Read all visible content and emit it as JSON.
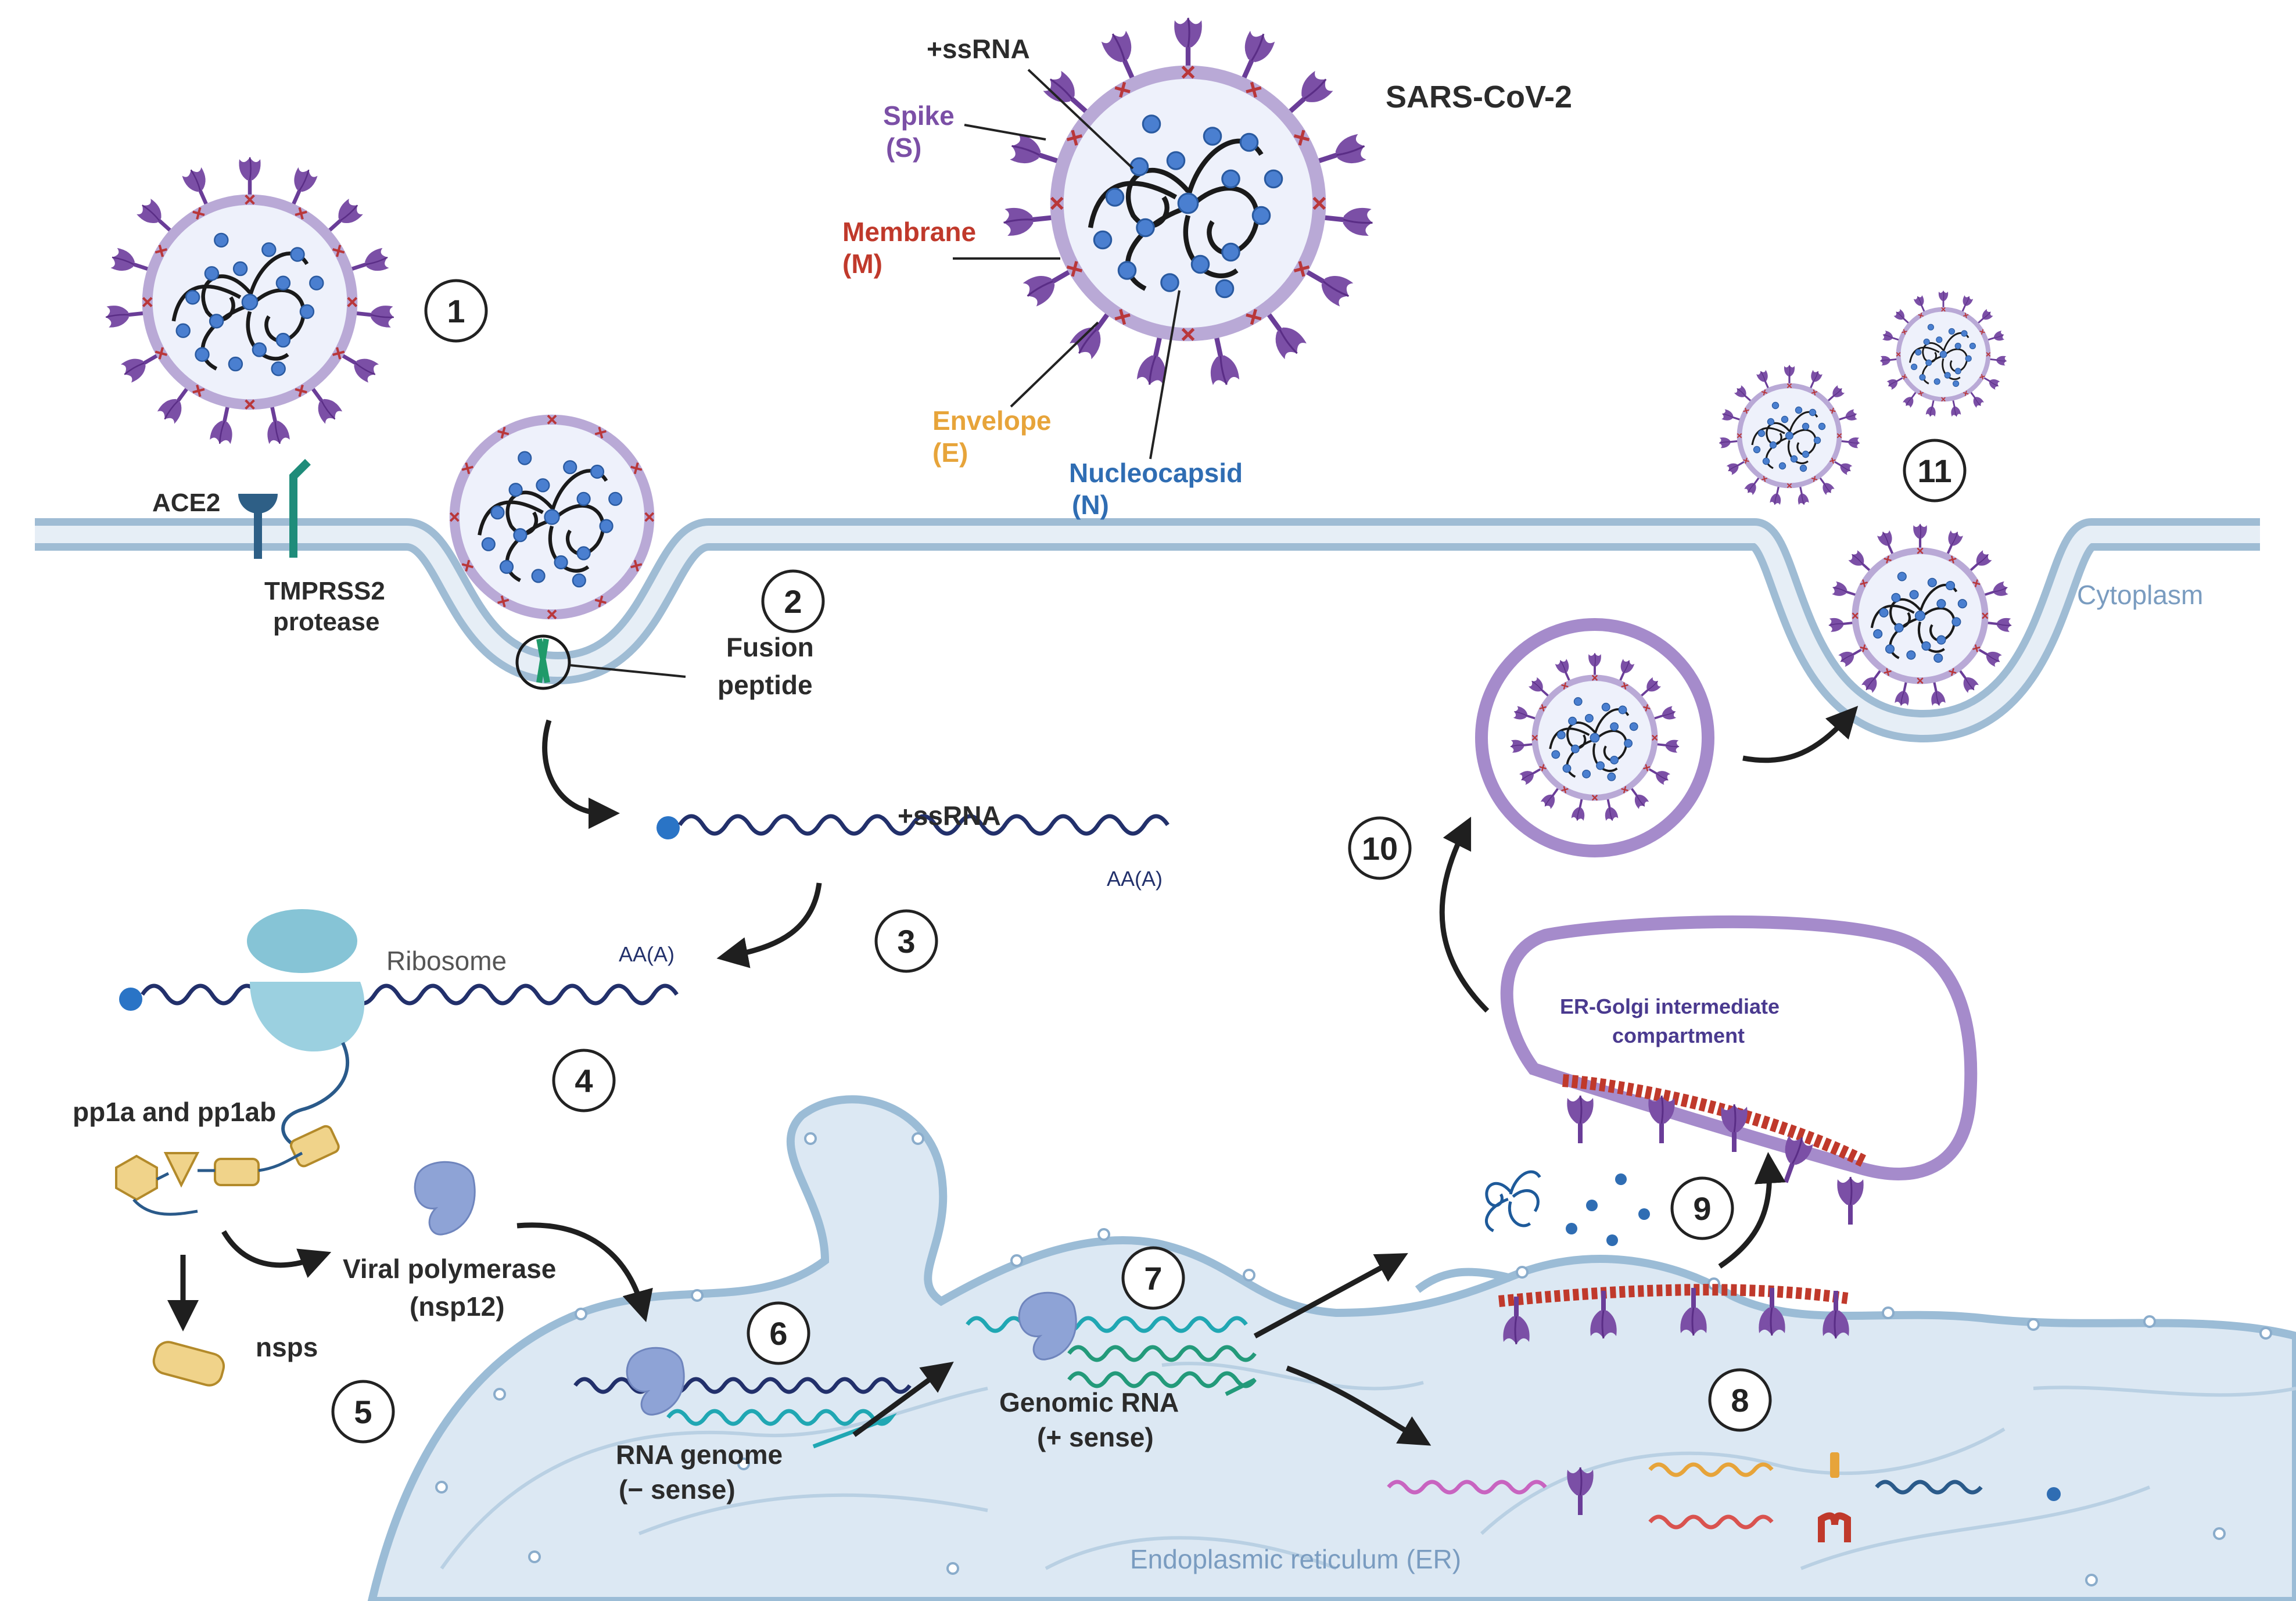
{
  "virion": {
    "title": "SARS-CoV-2",
    "rna": "+ssRNA",
    "spike": "Spike",
    "spike_abbr": "(S)",
    "membrane": "Membrane",
    "membrane_abbr": "(M)",
    "envelope": "Envelope",
    "envelope_abbr": "(E)",
    "nucleocapsid": "Nucleocapsid",
    "nucleocapsid_abbr": "(N)"
  },
  "entry": {
    "ace2": "ACE2",
    "tmprss2_line1": "TMPRSS2",
    "tmprss2_line2": "protease",
    "fusion_line1": "Fusion",
    "fusion_line2": "peptide"
  },
  "cell": {
    "cytoplasm": "Cytoplasm",
    "er": "Endoplasmic reticulum (ER)",
    "ergic_line1": "ER-Golgi intermediate",
    "ergic_line2": "compartment"
  },
  "translation": {
    "rna": "+ssRNA",
    "polya_1": "AA(A)",
    "polya_2": "AA(A)",
    "ribosome": "Ribosome",
    "polyproteins": "pp1a and pp1ab",
    "nsps": "nsps",
    "polymerase_line1": "Viral polymerase",
    "polymerase_line2": "(nsp12)"
  },
  "replication": {
    "genome_line1": "RNA genome",
    "genome_line2": "(− sense)",
    "genomic_line1": "Genomic RNA",
    "genomic_line2": "(+ sense)"
  },
  "steps": [
    "1",
    "2",
    "3",
    "4",
    "5",
    "6",
    "7",
    "8",
    "9",
    "10",
    "11"
  ],
  "colors": {
    "spike": "#7b4fa6",
    "membrane": "#c0392b",
    "envelope": "#e7a43a",
    "nucleocapsid": "#2f6db3",
    "cytoplasm": "#7a9cc0",
    "rna_dark": "#22306b",
    "rna_teal": "#20a7b3",
    "rna_green": "#239a7a"
  }
}
